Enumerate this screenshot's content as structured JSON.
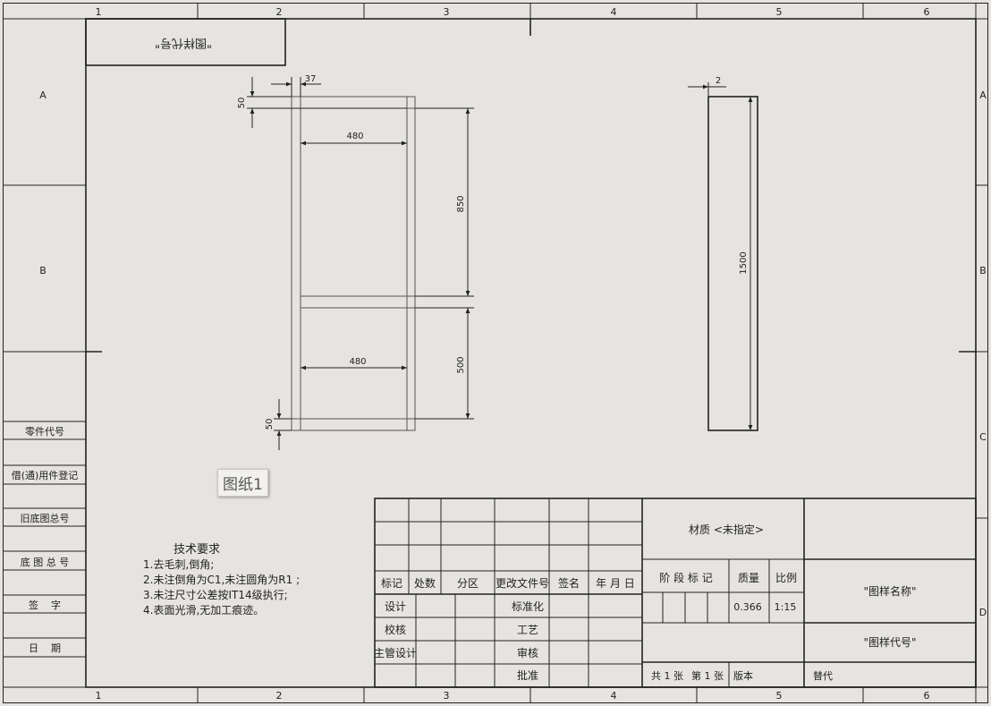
{
  "border": {
    "columns": [
      "1",
      "2",
      "3",
      "4",
      "5",
      "6"
    ],
    "rows": [
      "A",
      "B",
      "C",
      "D"
    ]
  },
  "top_left_box": "\"图样代号\"",
  "sheet_tab": "图纸1",
  "left_column_labels": [
    "零件代号",
    "借(通)用件登记",
    "旧底图总号",
    "底 图 总 号",
    "签    字",
    "日    期"
  ],
  "dimensions": {
    "width_top": "37",
    "top_bar": "50",
    "upper_width": "480",
    "upper_height": "850",
    "lower_width": "480",
    "lower_height": "500",
    "bottom_bar": "50",
    "side_thickness": "2",
    "side_height": "1500"
  },
  "technical_requirements": {
    "title": "技术要求",
    "items": [
      "1.去毛刺,倒角;",
      "2.未注倒角为C1,未注圆角为R1 ;",
      "3.未注尺寸公差按IT14级执行;",
      "4.表面光滑,无加工痕迹。"
    ]
  },
  "title_block": {
    "revision_headers": [
      "标记",
      "处数",
      "分区",
      "更改文件号",
      "签名",
      "年 月 日"
    ],
    "sign_labels": [
      "设计",
      "校核",
      "主管设计"
    ],
    "sign_labels_right": [
      "标准化",
      "工艺",
      "审核",
      "批准"
    ],
    "material": "材质 <未指定>",
    "stage_mark": "阶 段 标 记",
    "mass_label": "质量",
    "scale_label": "比例",
    "mass_value": "0.366",
    "scale_value": "1:15",
    "drawing_name": "\"图样名称\"",
    "drawing_code": "\"图样代号\"",
    "sheets_total": "共 1 张",
    "sheet_num": "第 1 张",
    "version": "版本",
    "replace": "替代"
  }
}
